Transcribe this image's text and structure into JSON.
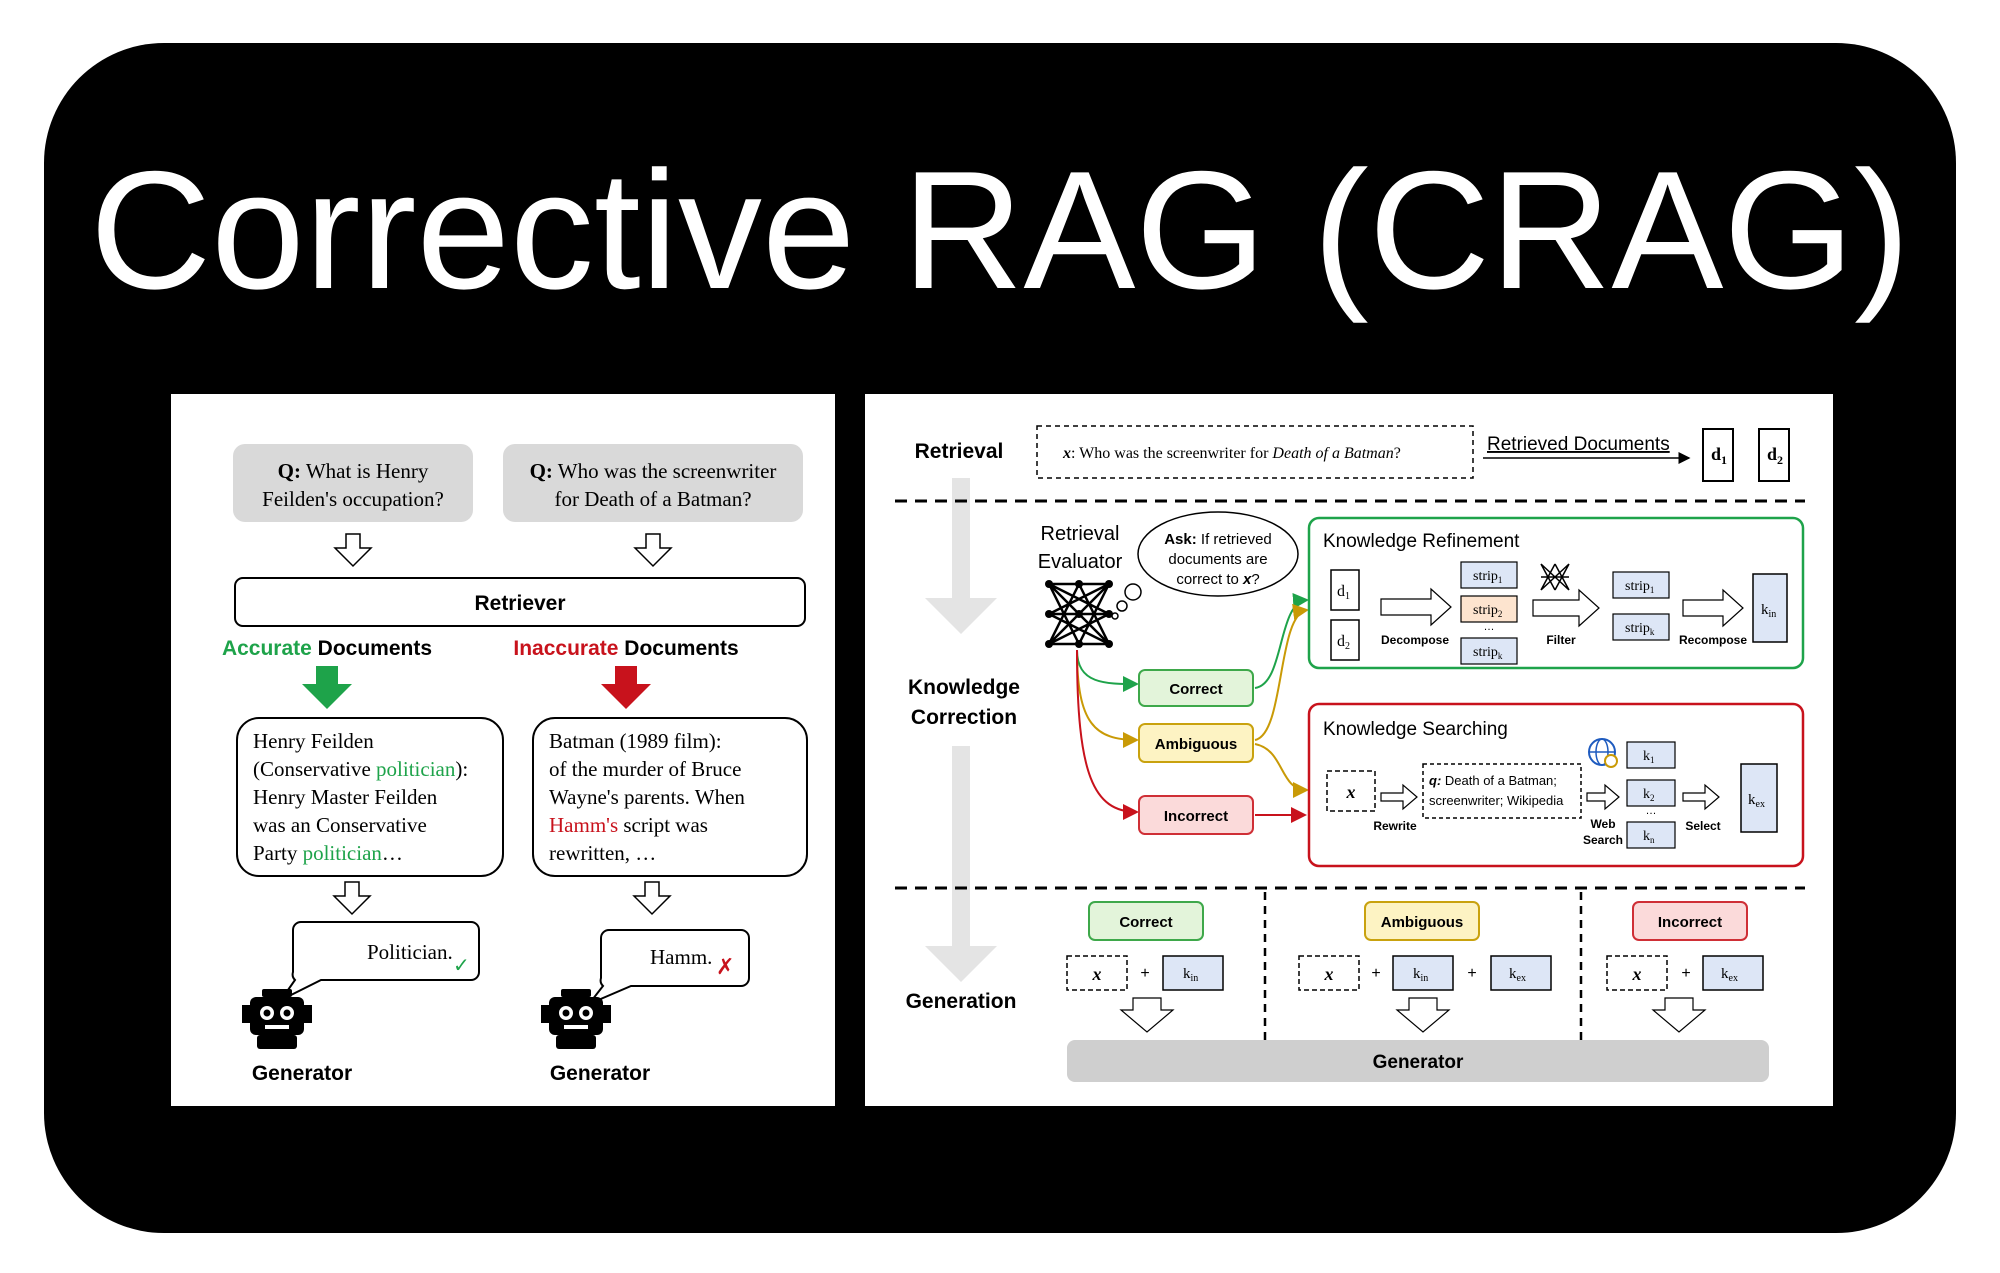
{
  "title": "Corrective RAG (CRAG)",
  "left": {
    "q1_prefix": "Q:",
    "q1_line1": " What is Henry",
    "q1_line2": "Feilden's occupation?",
    "q2_prefix": "Q:",
    "q2_line1": " Who was the screenwriter",
    "q2_line2": "for Death of a Batman?",
    "retriever": "Retriever",
    "accurate_word": "Accurate",
    "inaccurate_word": "Inaccurate",
    "documents_word": " Documents",
    "doc1": {
      "l1": "Henry Feilden",
      "l2a": "(Conservative ",
      "l2b": "politician",
      "l2c": "):",
      "l3": "Henry Master Feilden",
      "l4": "was an Conservative",
      "l5a": "Party ",
      "l5b": "politician",
      "l5c": "…"
    },
    "doc2": {
      "l1": "Batman (1989 film):",
      "l2": "of the murder of Bruce",
      "l3": "Wayne's parents. When",
      "l4a": "Hamm's",
      "l4b": " script was",
      "l5": "rewritten, …"
    },
    "answer1": "Politician.",
    "answer2": "Hamm.",
    "check_mark": "✓",
    "cross_mark": "✗",
    "generator1": "Generator",
    "generator2": "Generator"
  },
  "right": {
    "retrieval": "Retrieval",
    "query_x": "x",
    "query_text": ": Who was the screenwriter for ",
    "query_italic": "Death of a Batman",
    "query_end": "?",
    "retrieved_documents": "Retrieved Documents",
    "d1": "d",
    "d1_sub": "1",
    "d2": "d",
    "d2_sub": "2",
    "evaluator_l1": "Retrieval",
    "evaluator_l2": "Evaluator",
    "ask_bold": "Ask:",
    "ask_l1": " If retrieved",
    "ask_l2": "documents are",
    "ask_l3": "correct to ",
    "ask_x": "x",
    "ask_q": "?",
    "knowledge_correction_l1": "Knowledge",
    "knowledge_correction_l2": "Correction",
    "correct": "Correct",
    "ambiguous": "Ambiguous",
    "incorrect": "Incorrect",
    "refinement_title": "Knowledge Refinement",
    "decompose": "Decompose",
    "filter": "Filter",
    "recompose": "Recompose",
    "strip": "strip",
    "sub_1": "1",
    "sub_2": "2",
    "sub_k": "k",
    "ellipsis": "…",
    "k_in": "k",
    "sub_in": "in",
    "searching_title": "Knowledge Searching",
    "rewrite": "Rewrite",
    "q_bold": "q:",
    "q_text_l1": " Death of a Batman;",
    "q_text_l2": "screenwriter; Wikipedia",
    "web": "Web",
    "search": "Search",
    "select": "Select",
    "k": "k",
    "sub_n": "n",
    "k_ex": "k",
    "sub_ex": "ex",
    "generation": "Generation",
    "plus": "+",
    "generator": "Generator"
  },
  "colors": {
    "green": "#1ea34a",
    "red": "#c8121c",
    "gold": "#c99a06",
    "correct_fill": "#e3f4da",
    "correct_stroke": "#3ea84a",
    "ambig_fill": "#fdf3c3",
    "ambig_stroke": "#c9a20e",
    "incorrect_fill": "#fbdada",
    "incorrect_stroke": "#cf2f36",
    "k_fill": "#dde6f6",
    "q_fill": "#d9d9d9"
  }
}
